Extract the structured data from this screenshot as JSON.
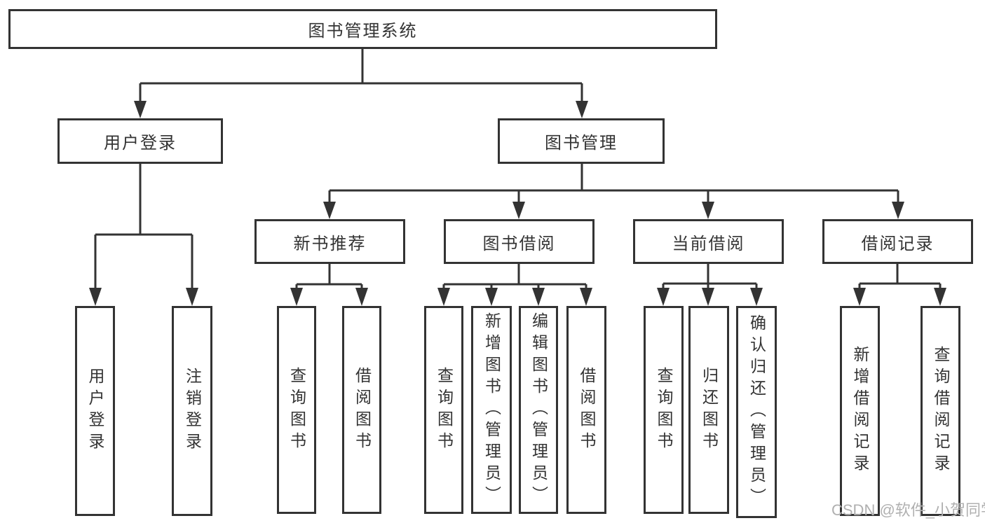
{
  "tree": {
    "label": "图书管理系统",
    "children": [
      {
        "label": "用户登录",
        "children": [
          {
            "label": "用户登录"
          },
          {
            "label": "注销登录"
          }
        ]
      },
      {
        "label": "图书管理",
        "children": [
          {
            "label": "新书推荐",
            "children": [
              {
                "label": "查询图书"
              },
              {
                "label": "借阅图书"
              }
            ]
          },
          {
            "label": "图书借阅",
            "children": [
              {
                "label": "查询图书"
              },
              {
                "label": "新增图书（管理员）"
              },
              {
                "label": "编辑图书（管理员）"
              },
              {
                "label": "借阅图书"
              }
            ]
          },
          {
            "label": "当前借阅",
            "children": [
              {
                "label": "查询图书"
              },
              {
                "label": "归还图书"
              },
              {
                "label": "确认归还（管理员）"
              }
            ]
          },
          {
            "label": "借阅记录",
            "children": [
              {
                "label": "新增借阅记录"
              },
              {
                "label": "查询借阅记录"
              }
            ]
          }
        ]
      }
    ]
  },
  "watermark": {
    "text": "CSDN @软件_小贺同学"
  },
  "colors": {
    "line": "#333333",
    "text": "#333333",
    "box_fill": "#ffffff",
    "background": "#ffffff",
    "watermark": "#b0b0b0"
  }
}
